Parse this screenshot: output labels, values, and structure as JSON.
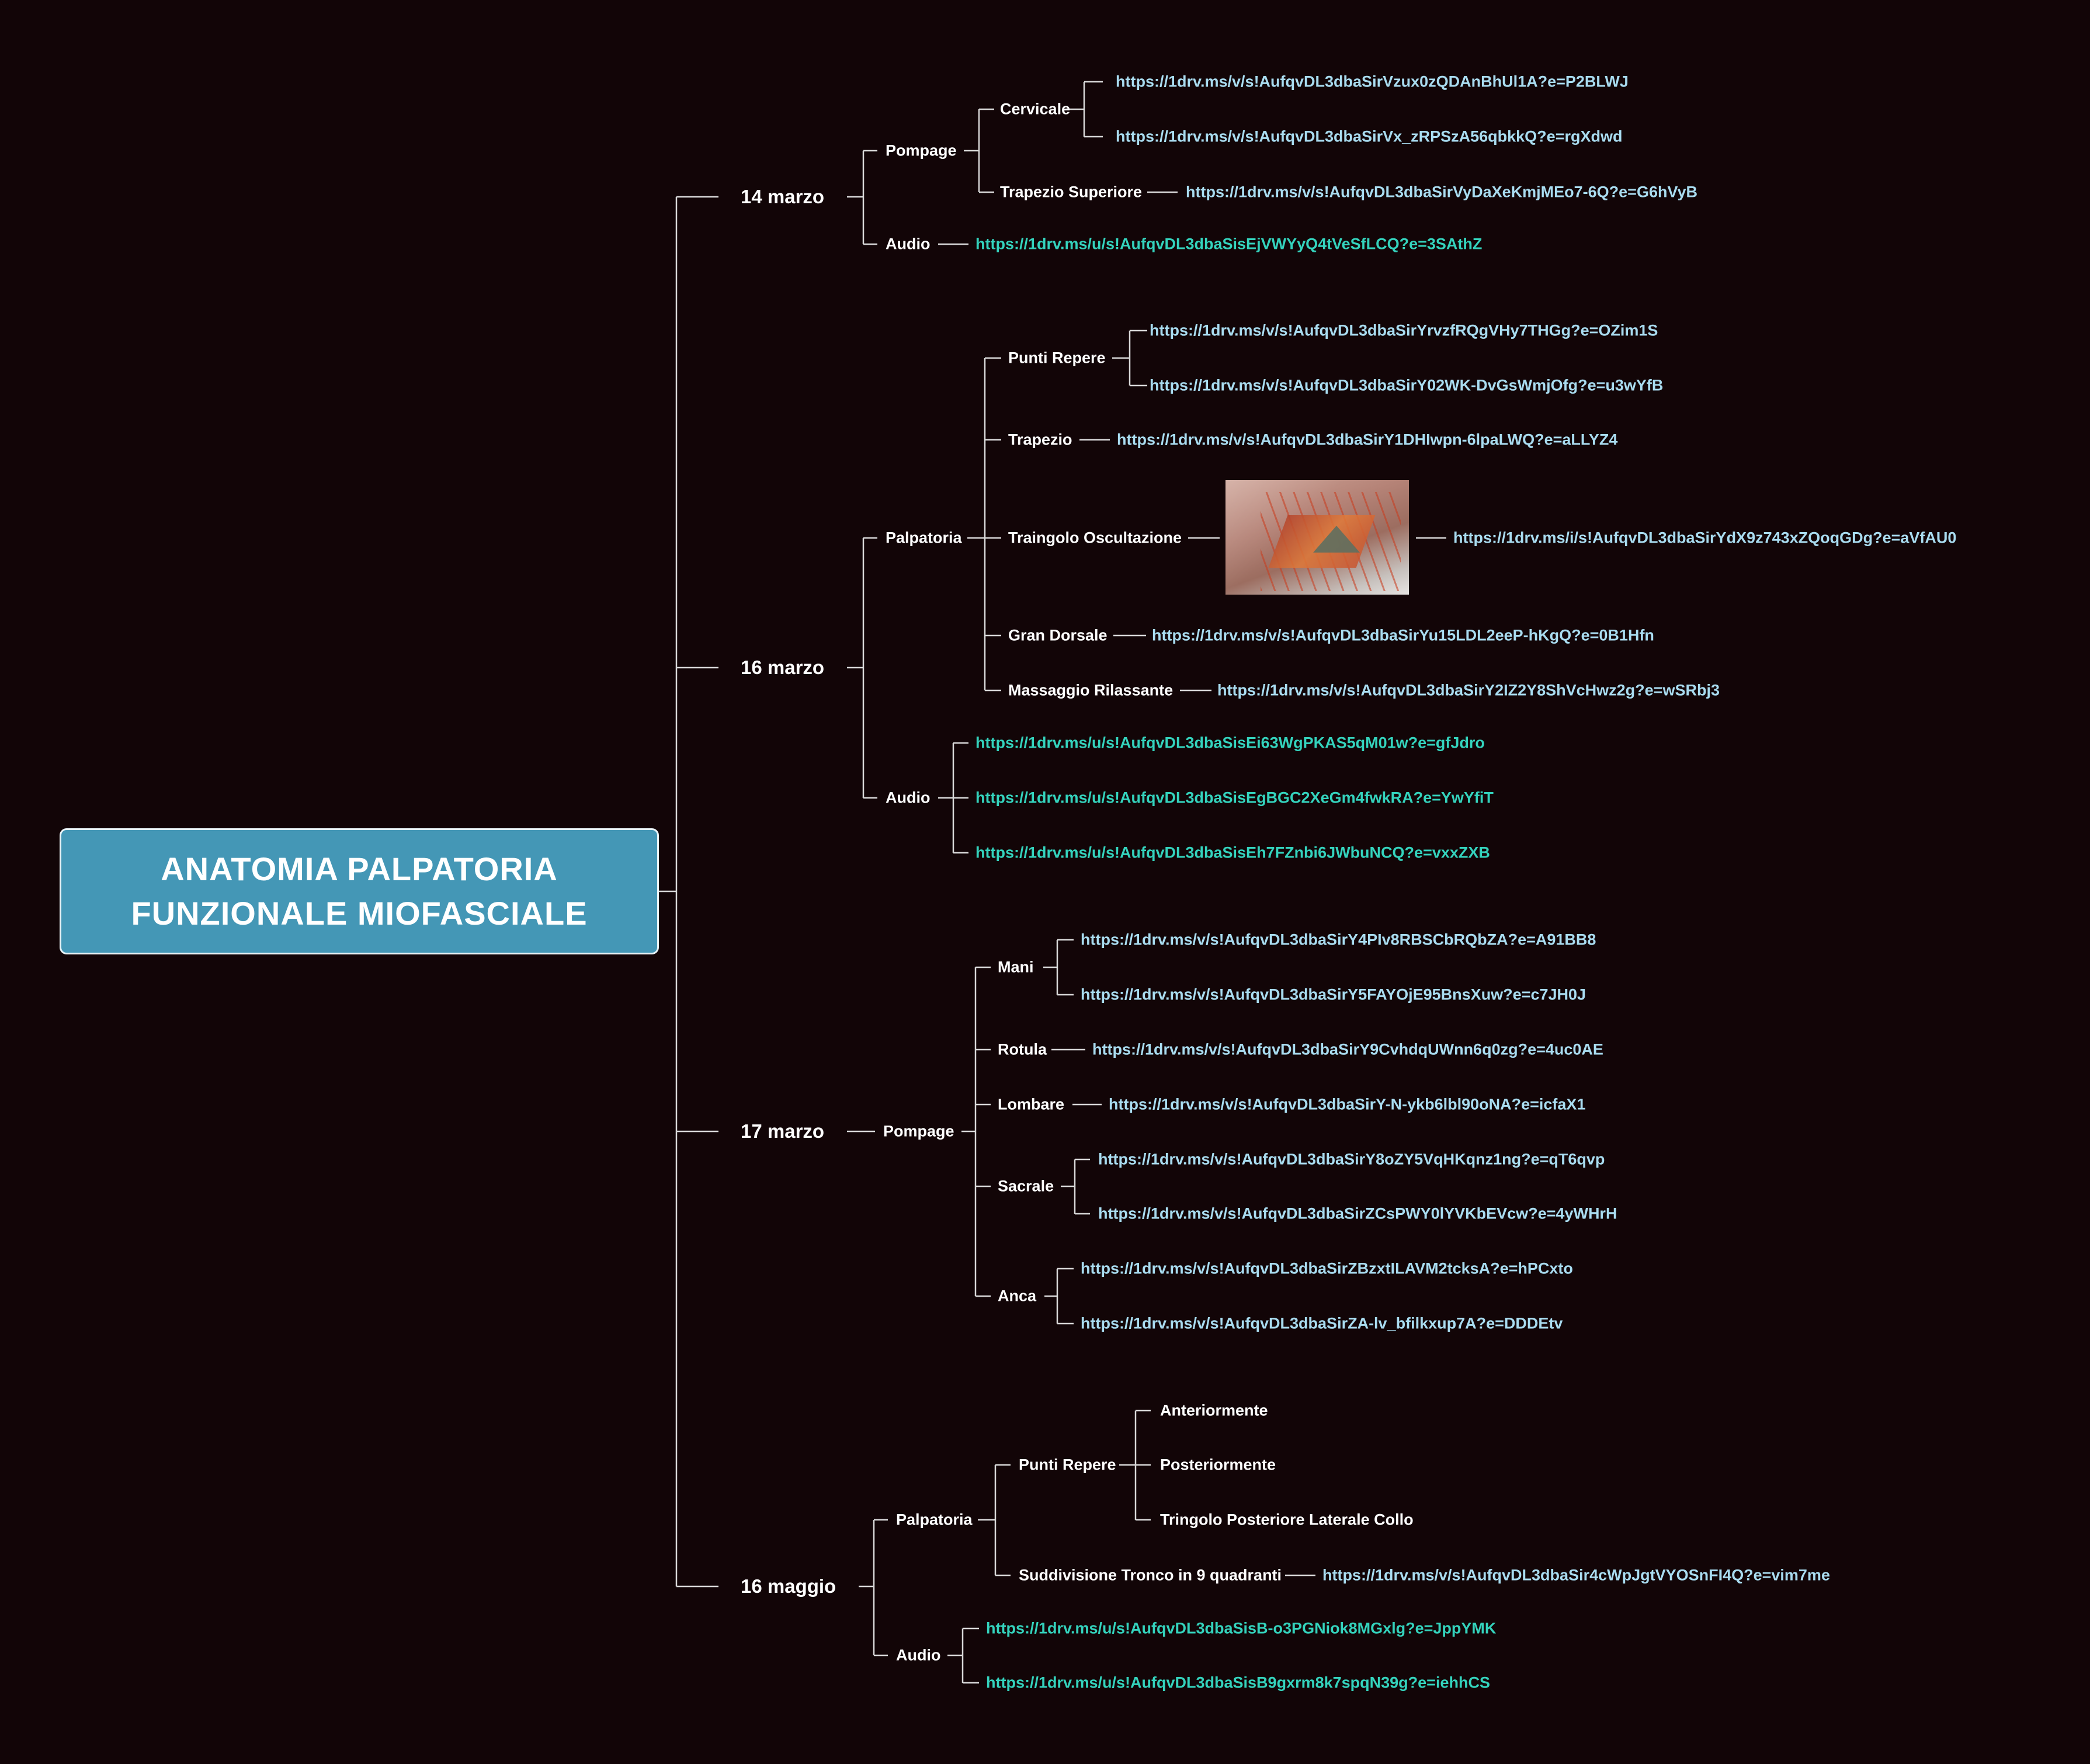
{
  "root": {
    "title_line1": "ANATOMIA PALPATORIA",
    "title_line2": "FUNZIONALE MIOFASCIALE"
  },
  "colors": {
    "background": "#120507",
    "root_fill": "#4497b6",
    "connector": "#d9d9d9",
    "video_link": "#a9dcf0",
    "audio_link": "#34d3bd"
  },
  "sessions": {
    "s1": {
      "label": "14 marzo",
      "pompage": {
        "label": "Pompage",
        "cervicale": {
          "label": "Cervicale",
          "links": [
            "https://1drv.ms/v/s!AufqvDL3dbaSirVzux0zQDAnBhUl1A?e=P2BLWJ",
            "https://1drv.ms/v/s!AufqvDL3dbaSirVx_zRPSzA56qbkkQ?e=rgXdwd"
          ]
        },
        "trapezio_superiore": {
          "label": "Trapezio Superiore",
          "link": "https://1drv.ms/v/s!AufqvDL3dbaSirVyDaXeKmjMEo7-6Q?e=G6hVyB"
        }
      },
      "audio": {
        "label": "Audio",
        "link": "https://1drv.ms/u/s!AufqvDL3dbaSisEjVWYyQ4tVeSfLCQ?e=3SAthZ"
      }
    },
    "s2": {
      "label": "16 marzo",
      "palpatoria": {
        "label": "Palpatoria",
        "punti_repere": {
          "label": "Punti Repere",
          "links": [
            "https://1drv.ms/v/s!AufqvDL3dbaSirYrvzfRQgVHy7THGg?e=OZim1S",
            "https://1drv.ms/v/s!AufqvDL3dbaSirY02WK-DvGsWmjOfg?e=u3wYfB"
          ]
        },
        "trapezio": {
          "label": "Trapezio",
          "link": "https://1drv.ms/v/s!AufqvDL3dbaSirY1DHIwpn-6lpaLWQ?e=aLLYZ4"
        },
        "triangolo": {
          "label": "Traingolo Oscultazione",
          "link": "https://1drv.ms/i/s!AufqvDL3dbaSirYdX9z743xZQoqGDg?e=aVfAU0"
        },
        "gran_dorsale": {
          "label": "Gran Dorsale",
          "link": "https://1drv.ms/v/s!AufqvDL3dbaSirYu15LDL2eeP-hKgQ?e=0B1Hfn"
        },
        "massaggio": {
          "label": "Massaggio Rilassante",
          "link": "https://1drv.ms/v/s!AufqvDL3dbaSirY2IZ2Y8ShVcHwz2g?e=wSRbj3"
        }
      },
      "audio": {
        "label": "Audio",
        "links": [
          "https://1drv.ms/u/s!AufqvDL3dbaSisEi63WgPKAS5qM01w?e=gfJdro",
          "https://1drv.ms/u/s!AufqvDL3dbaSisEgBGC2XeGm4fwkRA?e=YwYfiT",
          "https://1drv.ms/u/s!AufqvDL3dbaSisEh7FZnbi6JWbuNCQ?e=vxxZXB"
        ]
      }
    },
    "s3": {
      "label": "17 marzo",
      "pompage": {
        "label": "Pompage",
        "mani": {
          "label": "Mani",
          "links": [
            "https://1drv.ms/v/s!AufqvDL3dbaSirY4PIv8RBSCbRQbZA?e=A91BB8",
            "https://1drv.ms/v/s!AufqvDL3dbaSirY5FAYOjE95BnsXuw?e=c7JH0J"
          ]
        },
        "rotula": {
          "label": "Rotula",
          "link": "https://1drv.ms/v/s!AufqvDL3dbaSirY9CvhdqUWnn6q0zg?e=4uc0AE"
        },
        "lombare": {
          "label": "Lombare",
          "link": "https://1drv.ms/v/s!AufqvDL3dbaSirY-N-ykb6lbl90oNA?e=icfaX1"
        },
        "sacrale": {
          "label": "Sacrale",
          "links": [
            "https://1drv.ms/v/s!AufqvDL3dbaSirY8oZY5VqHKqnz1ng?e=qT6qvp",
            "https://1drv.ms/v/s!AufqvDL3dbaSirZCsPWY0lYVKbEVcw?e=4yWHrH"
          ]
        },
        "anca": {
          "label": "Anca",
          "links": [
            "https://1drv.ms/v/s!AufqvDL3dbaSirZBzxtILAVM2tcksA?e=hPCxto",
            "https://1drv.ms/v/s!AufqvDL3dbaSirZA-lv_bfilkxup7A?e=DDDEtv"
          ]
        }
      }
    },
    "s4": {
      "label": "16 maggio",
      "palpatoria": {
        "label": "Palpatoria",
        "punti_repere": {
          "label": "Punti Repere",
          "items": [
            "Anteriormente",
            "Posteriormente",
            "Tringolo Posteriore Laterale Collo"
          ]
        },
        "suddivisione": {
          "label": "Suddivisione Tronco in 9 quadranti",
          "link": "https://1drv.ms/v/s!AufqvDL3dbaSir4cWpJgtVYOSnFI4Q?e=vim7me"
        }
      },
      "audio": {
        "label": "Audio",
        "links": [
          "https://1drv.ms/u/s!AufqvDL3dbaSisB-o3PGNiok8MGxlg?e=JppYMK",
          "https://1drv.ms/u/s!AufqvDL3dbaSisB9gxrm8k7spqN39g?e=iehhCS"
        ]
      }
    }
  }
}
